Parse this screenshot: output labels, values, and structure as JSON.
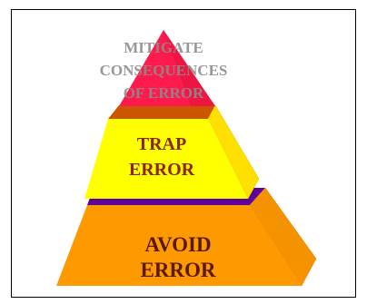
{
  "diagram": {
    "tiers": [
      {
        "id": "top",
        "lines": [
          "MITIGATE",
          "CONSEQUENCES",
          "OF ERROR"
        ],
        "front_color": "#ff1a4d",
        "text_color": "#8c8c8c"
      },
      {
        "id": "middle",
        "lines": [
          "TRAP",
          "ERROR"
        ],
        "front_color": "#ffff00",
        "side_color": "#ffe000",
        "top_color": "#cc5500",
        "text_color": "#8b2500"
      },
      {
        "id": "bottom",
        "lines": [
          "AVOID",
          "ERROR"
        ],
        "front_color": "#ff9900",
        "side_color": "#f59200",
        "top_color": "#5e0099",
        "text_color": "#5a1a00"
      }
    ]
  }
}
